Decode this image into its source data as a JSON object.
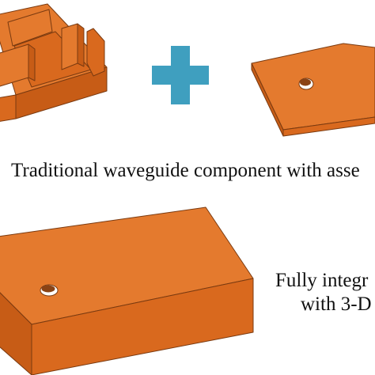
{
  "colors": {
    "background": "#ffffff",
    "part_face_light": "#e47a2e",
    "part_face_mid": "#d9691e",
    "part_face_dark": "#c75c16",
    "part_edge": "#7a3a10",
    "plus_sign": "#3f9fbf"
  },
  "captions": {
    "top": "Traditional waveguide component with asse",
    "bottom_line_1": "Fully integr",
    "bottom_line_2": "with 3-D"
  },
  "illustrations": {
    "top_left": "waveguide-housing-icon",
    "operator": "plus-icon",
    "top_right": "cover-plate-icon",
    "bottom": "integrated-block-icon"
  }
}
